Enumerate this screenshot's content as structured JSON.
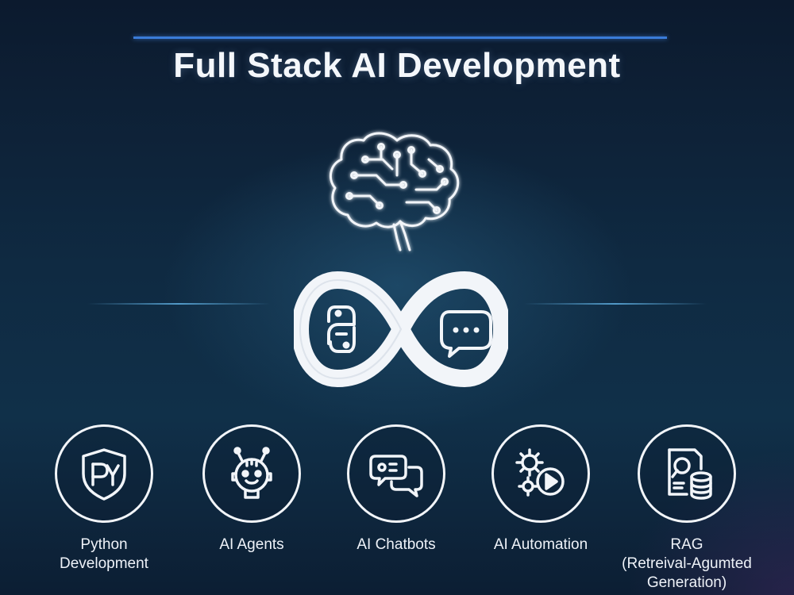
{
  "header": {
    "title": "Full Stack AI Development"
  },
  "colors": {
    "accent_line": "#3a7bd8",
    "icon_stroke": "#f2f5f9",
    "background_dark": "#0c1a2e"
  },
  "center_graphic": {
    "top_icon": "brain-circuit-icon",
    "bottom_icon": "infinity-loop-icon",
    "left_loop_icon": "python-logo-icon",
    "right_loop_icon": "chat-bubble-icon"
  },
  "services": [
    {
      "label": "Python\nDevelopment",
      "icon": "python-shield-icon"
    },
    {
      "label": "AI Agents",
      "icon": "robot-face-icon"
    },
    {
      "label": "AI Chatbots",
      "icon": "chat-bubbles-icon"
    },
    {
      "label": "AI Automation",
      "icon": "gears-play-icon"
    },
    {
      "label": "RAG\n(Retreival-Agumted\nGeneration)",
      "icon": "document-database-icon"
    }
  ]
}
